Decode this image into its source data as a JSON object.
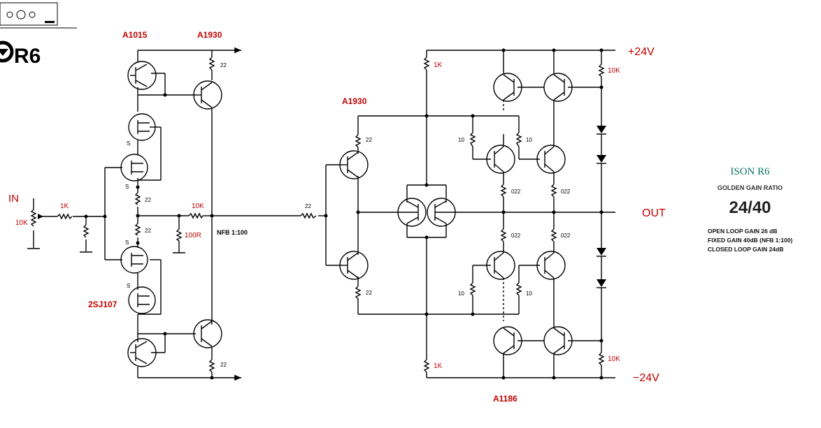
{
  "logo": {
    "text": "R6"
  },
  "labels": {
    "a1015": "A1015",
    "a1930_left": "A1930",
    "a1930_mid": "A1930",
    "sj107": "2SJ107",
    "a1186": "A1186",
    "input": "IN",
    "in_res": "1K",
    "vol_pot": "10K",
    "fb_res": "10K",
    "shunt_res": "100R",
    "nfb": "NFB 1:100",
    "rail_pos": "+24V",
    "rail_neg": "−24V",
    "output": "OUT",
    "r22": "22",
    "r1k_top": "1K",
    "r1k_bot": "1K",
    "r10k_top": "10K",
    "r10k_bot": "10K",
    "r10": "10",
    "r022": "022",
    "source": "S"
  },
  "info": {
    "brand": "ISON R6",
    "ratio_label": "GOLDEN GAIN RATIO",
    "ratio": "24/40",
    "notes": [
      "OPEN LOOP GAIN 26 dB",
      "FIXED GAIN 40dB (NFB 1:100)",
      "CLOSED LOOP GAIN 24dB"
    ]
  },
  "colors": {
    "label_red": "#c00000",
    "brand_teal": "#0e7467"
  }
}
